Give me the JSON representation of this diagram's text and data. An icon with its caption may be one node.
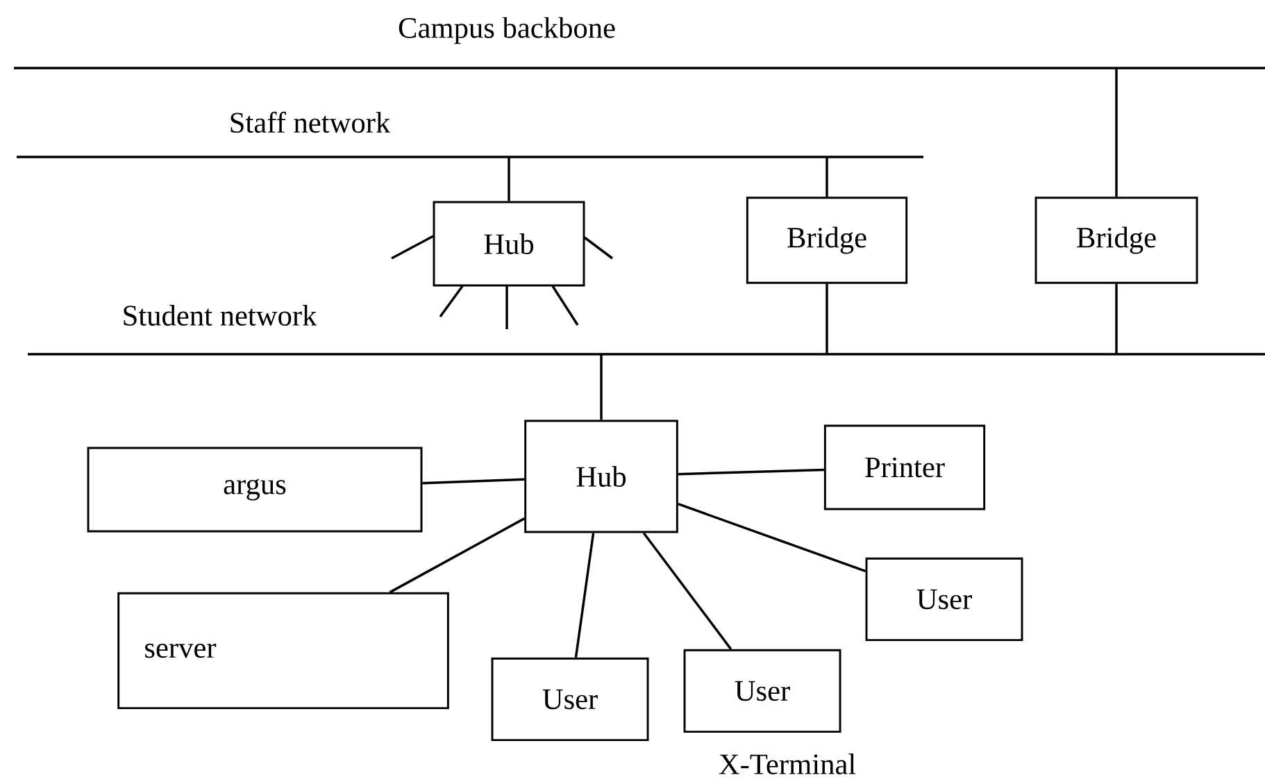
{
  "diagram": {
    "nodes": [
      {
        "text": [],
        "shape": "bar",
        "beside": [
          "Campus backbone"
        ]
      },
      {
        "text": [],
        "shape": "bar",
        "beside": [
          "Staff network"
        ]
      },
      {
        "text": [],
        "shape": "bar",
        "beside": [
          "Student network"
        ]
      },
      {
        "text": [
          "Hub"
        ]
      },
      {
        "text": [
          "Bridge"
        ]
      },
      {
        "text": [
          "Bridge"
        ]
      },
      {
        "text": [
          "Hub"
        ]
      },
      {
        "text": [
          "argus"
        ]
      },
      {
        "text": [
          "Printer"
        ]
      },
      {
        "text": [
          "server"
        ]
      },
      {
        "text": [
          "User"
        ]
      },
      {
        "text": [
          "User"
        ]
      },
      {
        "text": [
          "User"
        ],
        "beside": [
          "X-Terminal"
        ]
      }
    ],
    "edges": [
      {
        "from": 3,
        "to": 1,
        "arrow": "none"
      },
      {
        "from": 3,
        "to": null,
        "arrow": "none"
      },
      {
        "from": 3,
        "to": null,
        "arrow": "none"
      },
      {
        "from": 3,
        "to": null,
        "arrow": "none"
      },
      {
        "from": 3,
        "to": null,
        "arrow": "none"
      },
      {
        "from": 3,
        "to": null,
        "arrow": "none"
      },
      {
        "from": 4,
        "to": 1,
        "arrow": "none"
      },
      {
        "from": 4,
        "to": 2,
        "arrow": "none"
      },
      {
        "from": 5,
        "to": 0,
        "arrow": "none"
      },
      {
        "from": 5,
        "to": 2,
        "arrow": "none"
      },
      {
        "from": 6,
        "to": 2,
        "arrow": "none"
      },
      {
        "from": 7,
        "to": 6,
        "arrow": "none"
      },
      {
        "from": 6,
        "to": 8,
        "arrow": "none"
      },
      {
        "from": 9,
        "to": 6,
        "arrow": "none"
      },
      {
        "from": 6,
        "to": 10,
        "arrow": "none"
      },
      {
        "from": 6,
        "to": 11,
        "arrow": "none"
      },
      {
        "from": 6,
        "to": 12,
        "arrow": "none"
      }
    ]
  }
}
